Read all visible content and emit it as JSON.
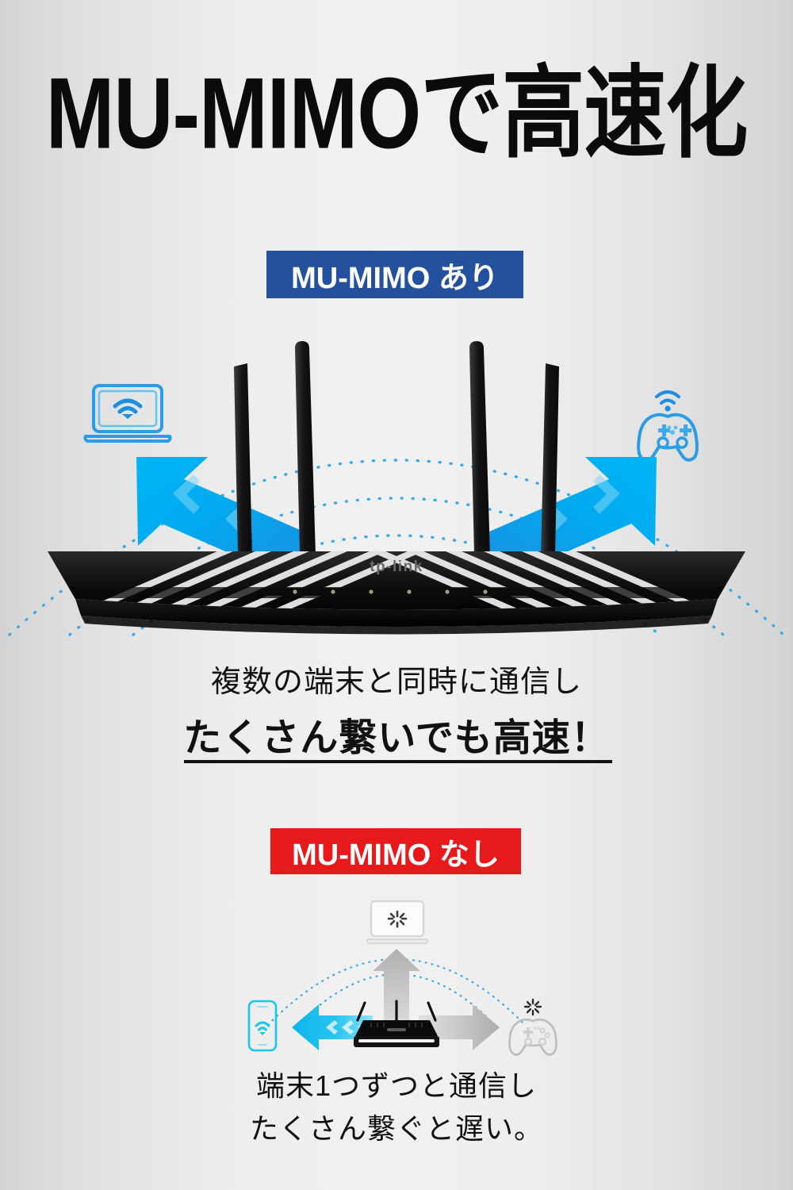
{
  "page": {
    "title": "MU-MIMOで高速化",
    "background_edge_color": "#d4d4d4",
    "background_center_color": "#f1f1f1"
  },
  "sections": [
    {
      "id": "with-mu-mimo",
      "badge": {
        "label": "MU-MIMO あり",
        "background_color": "#23519e",
        "text_color": "#ffffff"
      },
      "illustration": {
        "device": "tp-link-wireless-router",
        "antenna_count": 4,
        "signal_arcs": 3,
        "arc_color": "#3ba9e8",
        "arrow_color_start": "#00b0f0",
        "arrow_color_end": "#1b8fe0",
        "arrow_count": 2,
        "client_icons": [
          {
            "name": "laptop-wifi-icon",
            "side": "left",
            "color": "#2196f3",
            "state": "connected"
          },
          {
            "name": "gamepad-wifi-icon",
            "side": "right",
            "color": "#2196f3",
            "state": "connected"
          }
        ]
      },
      "caption_line1": "複数の端末と同時に通信し",
      "caption_line2": "たくさん繋いでも高速！"
    },
    {
      "id": "without-mu-mimo",
      "badge": {
        "label": "MU-MIMO なし",
        "background_color": "#e8191b",
        "text_color": "#ffffff"
      },
      "illustration": {
        "device": "basic-wireless-router",
        "antenna_count": 3,
        "signal_arcs": 2,
        "arc_color": "#3ba9e8",
        "active_arrow_color": "#12c0f0",
        "inactive_arrow_color": "#b9b9b9",
        "client_icons": [
          {
            "name": "smartphone-wifi-icon",
            "side": "left",
            "color": "#17c3ef",
            "state": "connected"
          },
          {
            "name": "laptop-loading-icon",
            "side": "top",
            "color": "#c9c9c9",
            "state": "waiting"
          },
          {
            "name": "gamepad-loading-icon",
            "side": "right",
            "color": "#bdbdbd",
            "state": "waiting"
          }
        ]
      },
      "caption_line1": "端末1つずつと通信し",
      "caption_line2": "たくさん繋ぐと遅い。"
    }
  ]
}
